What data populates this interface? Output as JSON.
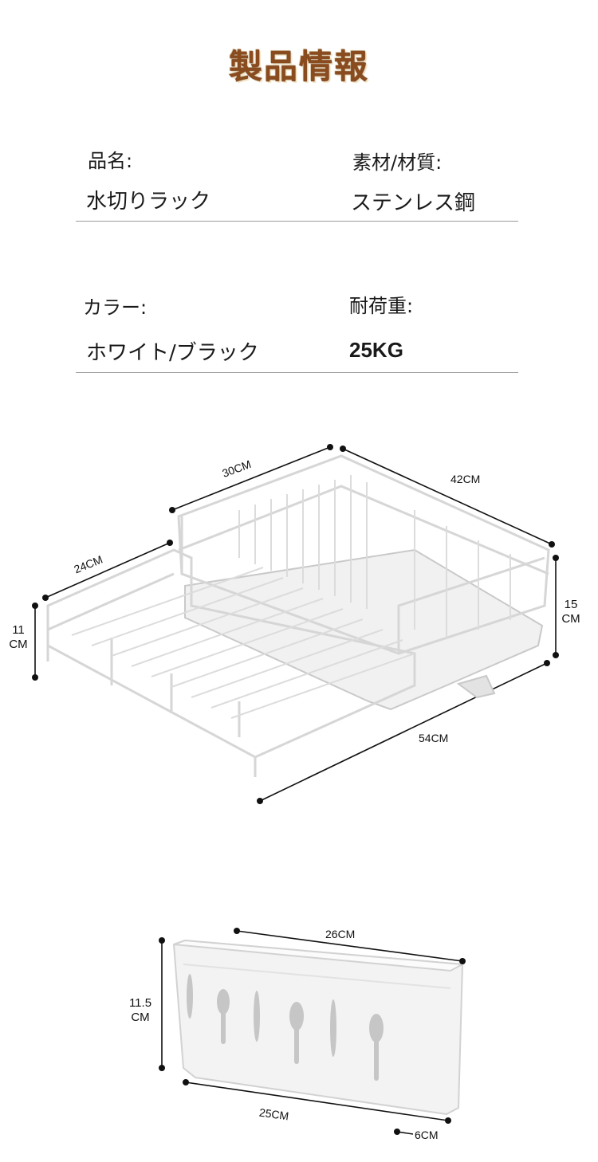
{
  "header": {
    "title": "製品情報"
  },
  "specs": {
    "name_label": "品名:",
    "name_value": "水切りラック",
    "material_label": "素材/材質:",
    "material_value": "ステンレス鋼",
    "color_label": "カラー:",
    "color_value": "ホワイト/ブラック",
    "load_label": "耐荷重:",
    "load_value": "25KG"
  },
  "rack_dimensions": {
    "top_left": "30CM",
    "top_right": "42CM",
    "side_left": "24CM",
    "height_left_num": "11",
    "height_left_unit": "CM",
    "height_right_num": "15",
    "height_right_unit": "CM",
    "bottom_length": "54CM"
  },
  "holder_dimensions": {
    "top_width": "26CM",
    "height_num": "11.5",
    "height_unit": "CM",
    "bottom_width": "25CM",
    "depth": "6CM"
  }
}
